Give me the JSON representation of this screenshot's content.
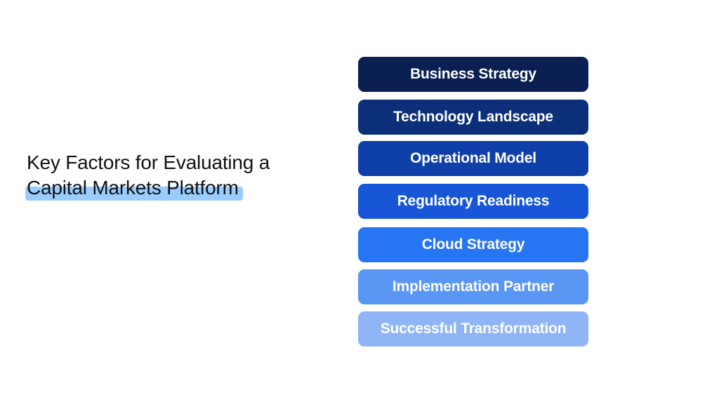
{
  "title": {
    "line1": "Key Factors for Evaluating a",
    "line2": "Capital Markets Platform",
    "highlight_color": "#99ccff"
  },
  "stack": {
    "items": [
      {
        "label": "Business Strategy",
        "color": "#0a1f52"
      },
      {
        "label": "Technology Landscape",
        "color": "#0b2f78"
      },
      {
        "label": "Operational Model",
        "color": "#0f3fa8"
      },
      {
        "label": "Regulatory Readiness",
        "color": "#1756d6"
      },
      {
        "label": "Cloud Strategy",
        "color": "#2675f2"
      },
      {
        "label": "Implementation Partner",
        "color": "#5a96f4"
      },
      {
        "label": "Successful Transformation",
        "color": "#8fb5f6"
      }
    ]
  }
}
